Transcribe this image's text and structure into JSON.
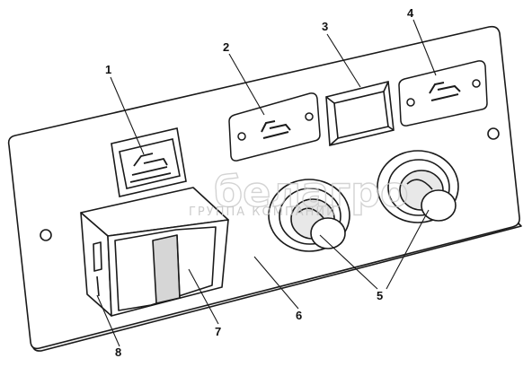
{
  "callouts": [
    "1",
    "2",
    "3",
    "4",
    "5",
    "6",
    "7",
    "8"
  ],
  "watermark": {
    "main": "белагро",
    "sub": "ГРУППА КОМПАНИЙ"
  },
  "colors": {
    "line": "#1a1a1a",
    "panel": "#ffffff",
    "background": "#ffffff"
  }
}
